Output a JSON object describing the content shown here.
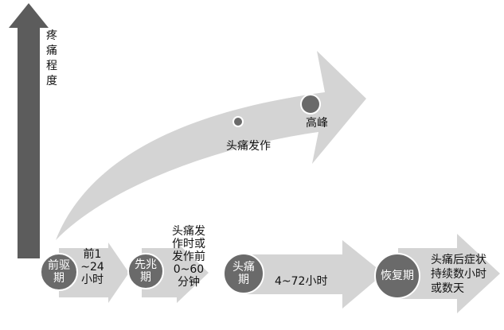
{
  "y_axis": {
    "label": "疼痛程度"
  },
  "curve": {
    "onset_label": "头痛发作",
    "peak_label": "高峰"
  },
  "phases": [
    {
      "name": "前驱期",
      "duration": "前1~24小时"
    },
    {
      "name": "先兆期",
      "duration": "头痛发作时或发作前0~60分钟"
    },
    {
      "name": "头痛期",
      "duration": "4~72小时"
    },
    {
      "name": "恢复期",
      "duration": "头痛后症状持续数小时或数天"
    }
  ],
  "colors": {
    "axis": "#5c5c5c",
    "arrow_fill": "#d4d4d4",
    "circle_fill": "#6a6a6a"
  }
}
